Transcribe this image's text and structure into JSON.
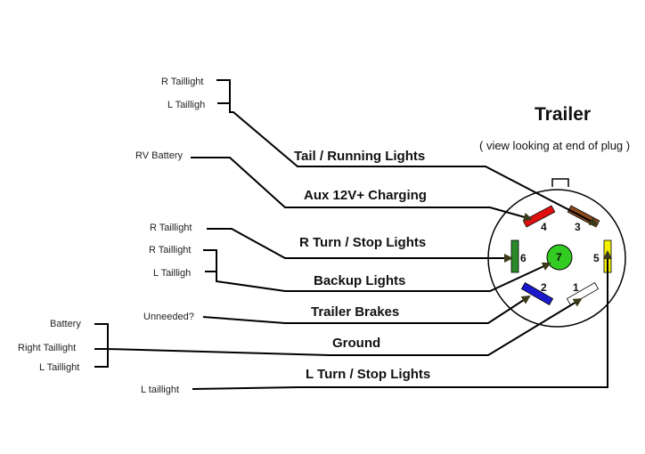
{
  "title": "Trailer",
  "subtitle": "( view looking at end of plug )",
  "sources": {
    "r_taillight_1": "R Taillight",
    "l_taillight_1": "L Tailligh",
    "rv_battery": "RV Battery",
    "r_taillight_2": "R Taillight",
    "r_taillight_3": "R Taillight",
    "l_taillight_2": "L Tailligh",
    "unneeded": "Unneeded?",
    "battery": "Battery",
    "right_taillight": "Right Taillight",
    "l_taillight_3": "L Taillight",
    "l_taillight_4": "L taillight"
  },
  "functions": {
    "tail_running": "Tail / Running Lights",
    "aux_charging": "Aux 12V+ Charging",
    "r_turn_stop": "R Turn / Stop Lights",
    "backup": "Backup Lights",
    "brakes": "Trailer Brakes",
    "ground": "Ground",
    "l_turn_stop": "L Turn / Stop Lights"
  },
  "pins": {
    "p1": "1",
    "p2": "2",
    "p3": "3",
    "p4": "4",
    "p5": "5",
    "p6": "6",
    "p7": "7"
  },
  "colors": {
    "pin1": "#ffffff",
    "pin2": "#1a1acc",
    "pin3": "#8b4a1c",
    "pin4": "#e01010",
    "pin5": "#f5f000",
    "pin6": "#2a8a2a",
    "pin7": "#33cc22"
  }
}
